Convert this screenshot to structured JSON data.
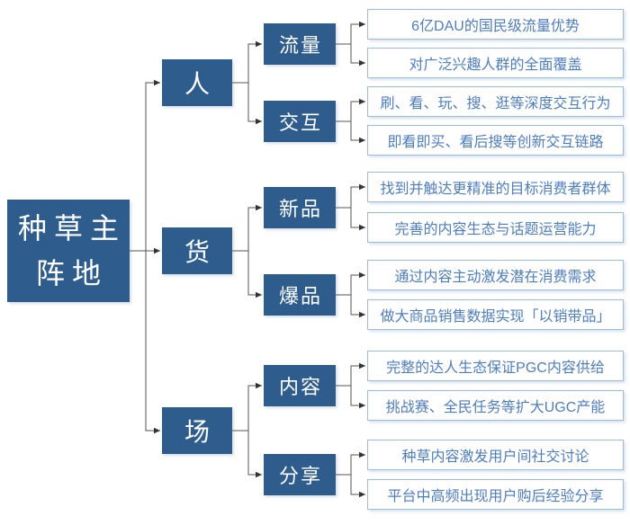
{
  "diagram": {
    "root": {
      "label": "种草主阵地",
      "lines": [
        "种草主",
        "阵地"
      ]
    },
    "branches": [
      {
        "label": "人",
        "children": [
          {
            "label": "流量",
            "leaves": [
              "6亿DAU的国民级流量优势",
              "对广泛兴趣人群的全面覆盖"
            ]
          },
          {
            "label": "交互",
            "leaves": [
              "刷、看、玩、搜、逛等深度交互行为",
              "即看即买、看后搜等创新交互链路"
            ]
          }
        ]
      },
      {
        "label": "货",
        "children": [
          {
            "label": "新品",
            "leaves": [
              "找到并触达更精准的目标消费者群体",
              "完善的内容生态与话题运营能力"
            ]
          },
          {
            "label": "爆品",
            "leaves": [
              "通过内容主动激发潜在消费需求",
              "做大商品销售数据实现「以销带品」"
            ]
          }
        ]
      },
      {
        "label": "场",
        "children": [
          {
            "label": "内容",
            "leaves": [
              "完整的达人生态保证PGC内容供给",
              "挑战赛、全民任务等扩大UGC产能"
            ]
          },
          {
            "label": "分享",
            "leaves": [
              "种草内容激发用户间社交讨论",
              "平台中高频出现用户购后经验分享"
            ]
          }
        ]
      }
    ],
    "colors": {
      "background": "#FFFFFF",
      "node_fill": "#2E5C8C",
      "node_text": "#FFFFFF",
      "leaf_border": "#9FBBDA",
      "leaf_text": "#4F7DBE",
      "connector": "#545454"
    }
  }
}
